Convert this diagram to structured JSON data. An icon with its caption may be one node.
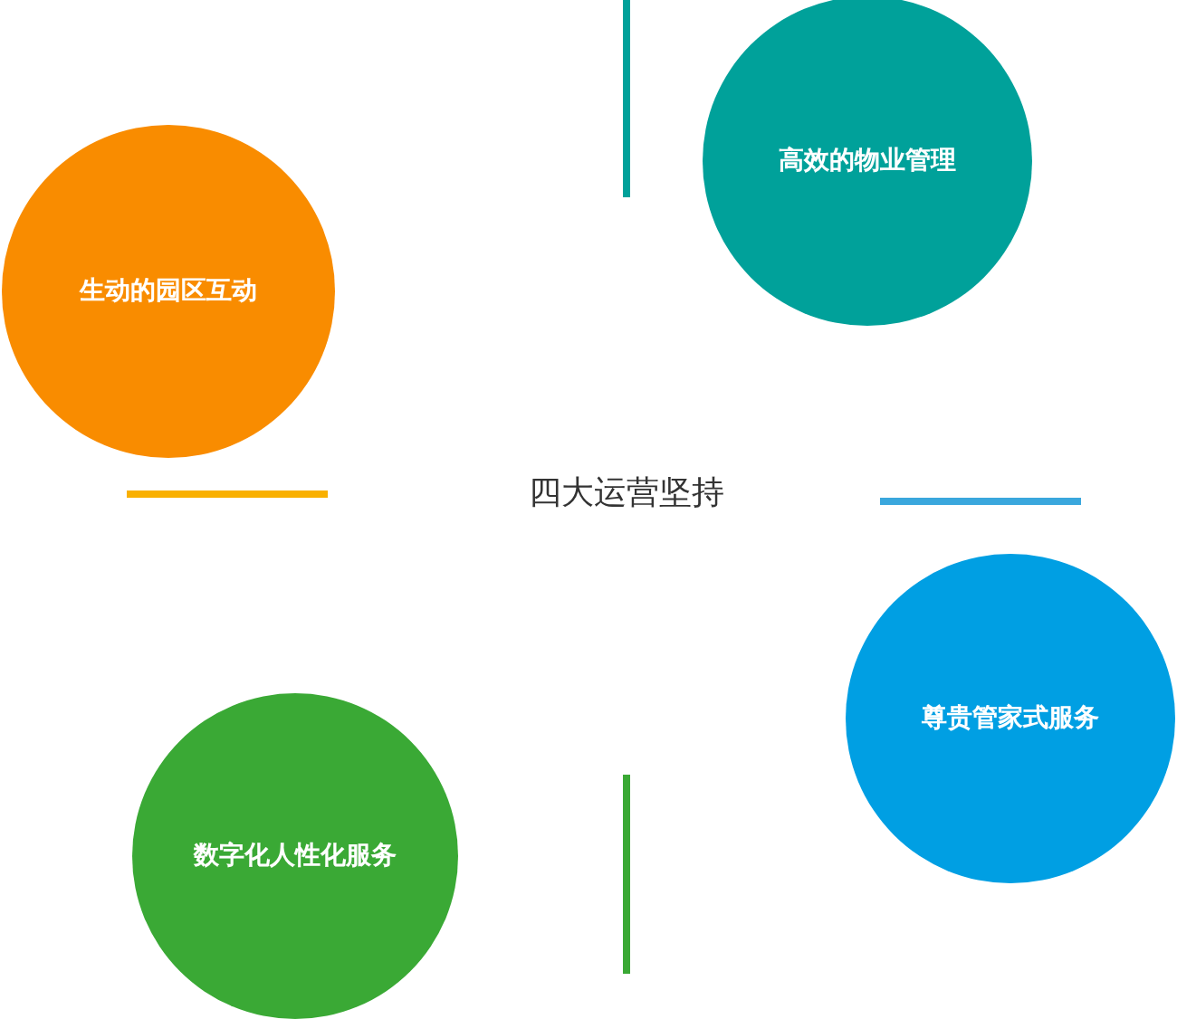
{
  "diagram": {
    "title": "四大运营坚持",
    "nodes": [
      {
        "text": [
          "高效的物业管理"
        ]
      },
      {
        "text": [
          "生动的园区互动"
        ]
      },
      {
        "text": [
          "尊贵管家式服务"
        ]
      },
      {
        "text": [
          "数字化人性化服务"
        ]
      }
    ]
  }
}
